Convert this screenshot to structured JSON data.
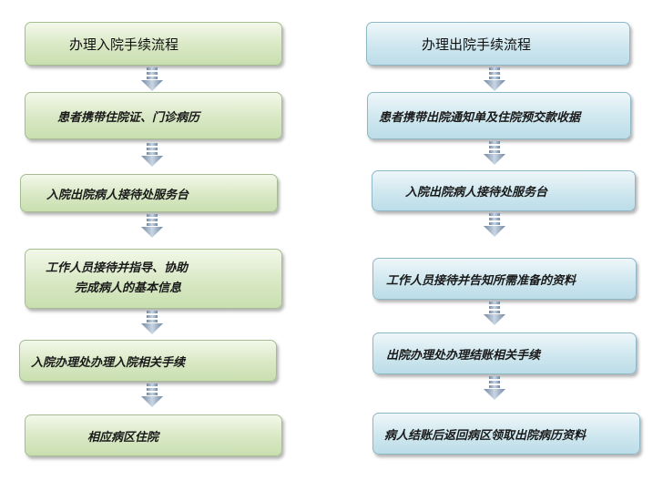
{
  "admission": {
    "title": "办理入院手续流程",
    "steps": [
      "患者携带住院证、门诊病历",
      "入院出院病人接待处服务台",
      "工作人员接待并指导、协助",
      "完成病人的基本信息",
      "入院办理处办理入院相关手续",
      "相应病区住院"
    ]
  },
  "discharge": {
    "title": "办理出院手续流程",
    "steps": [
      "患者携带出院通知单及住院预交款收据",
      "入院出院病人接待处服务台",
      "工作人员接待并告知所需准备的资料",
      "出院办理处办理结账相关手续",
      "病人结账后返回病区领取出院病历资料"
    ]
  },
  "colors": {
    "left_fill": "#d8e8c4",
    "right_fill": "#cfe7ef",
    "arrow": "#8aa0b6"
  }
}
